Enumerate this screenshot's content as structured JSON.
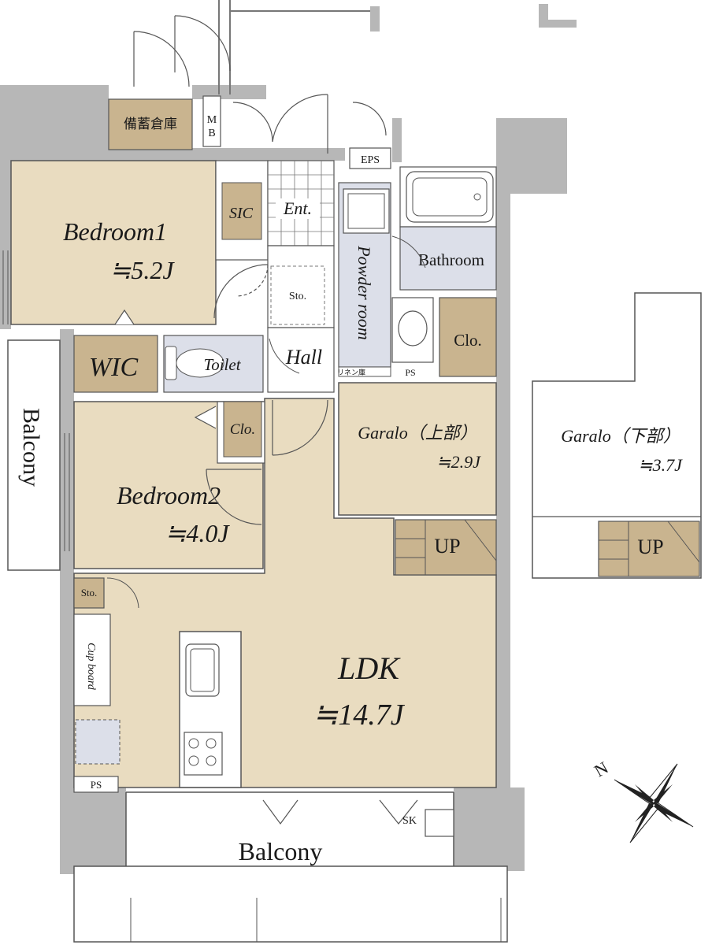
{
  "plan": {
    "rooms": {
      "bedroom1": {
        "name": "Bedroom1",
        "area": "≒5.2J"
      },
      "bedroom2": {
        "name": "Bedroom2",
        "area": "≒4.0J"
      },
      "ldk": {
        "name": "LDK",
        "area": "≒14.7J"
      },
      "garalo_upper": {
        "name": "Garalo（上部）",
        "area": "≒2.9J"
      },
      "garalo_lower": {
        "name": "Garalo（下部）",
        "area": "≒3.7J"
      },
      "wic": "WIC",
      "toilet": "Toilet",
      "hall": "Hall",
      "entrance": "Ent.",
      "sic": "SIC",
      "bathroom": "Bathroom",
      "powder_room": "Powder room",
      "closet1": "Clo.",
      "closet2": "Clo.",
      "storage1": "Sto.",
      "storage2": "Sto.",
      "storage_room": "備蓄倉庫",
      "mb": "MB",
      "eps": "EPS",
      "ps1": "PS",
      "ps2": "PS",
      "linen": "リネン庫",
      "sk": "SK",
      "cupboard": "Cup board",
      "balcony_side": "Balcony",
      "balcony_main": "Balcony",
      "up1": "UP",
      "up2": "UP"
    },
    "compass": {
      "label": "N"
    },
    "colors": {
      "room_fill": "#e9dcc0",
      "closet_fill": "#c9b48f",
      "wet_fill": "#dcdfe9",
      "wall_fill": "#b7b7b7"
    }
  }
}
